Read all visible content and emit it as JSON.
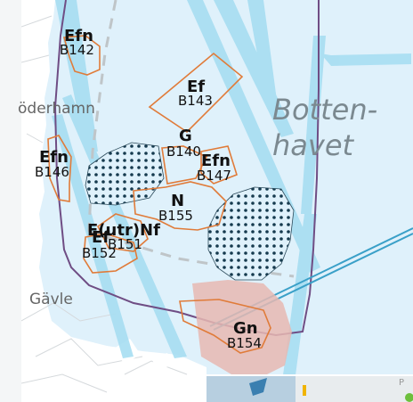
{
  "colors": {
    "page_bg": "#f4f6f7",
    "land": "#ffffff",
    "sea": "#dff1fb",
    "shipping_lane": "#a7def2",
    "sea_area_border": "#6f4d84",
    "zone_outline": "#e07b39",
    "dotted_area": "#153a4e",
    "restricted_area": "#e7b9b2"
  },
  "sea_name": {
    "line1": "Botten-",
    "line2": "havet"
  },
  "places": [
    {
      "id": "soderhamn",
      "label": "öderhamn"
    },
    {
      "id": "gavle",
      "label": "Gävle"
    }
  ],
  "zones": [
    {
      "id": "b142",
      "name": "Efn",
      "code": "B142"
    },
    {
      "id": "b143",
      "name": "Ef",
      "code": "B143"
    },
    {
      "id": "b140",
      "name": "G",
      "code": "B140"
    },
    {
      "id": "b146",
      "name": "Efn",
      "code": "B146"
    },
    {
      "id": "b147",
      "name": "Efn",
      "code": "B147"
    },
    {
      "id": "b155",
      "name": "N",
      "code": "B155"
    },
    {
      "id": "b151",
      "name": "E(utr)Nf",
      "code": "B151"
    },
    {
      "id": "b152",
      "name": "Ef",
      "code": "B152"
    },
    {
      "id": "b154",
      "name": "Gn",
      "code": "B154"
    }
  ],
  "inset_map": {
    "label": "P"
  }
}
